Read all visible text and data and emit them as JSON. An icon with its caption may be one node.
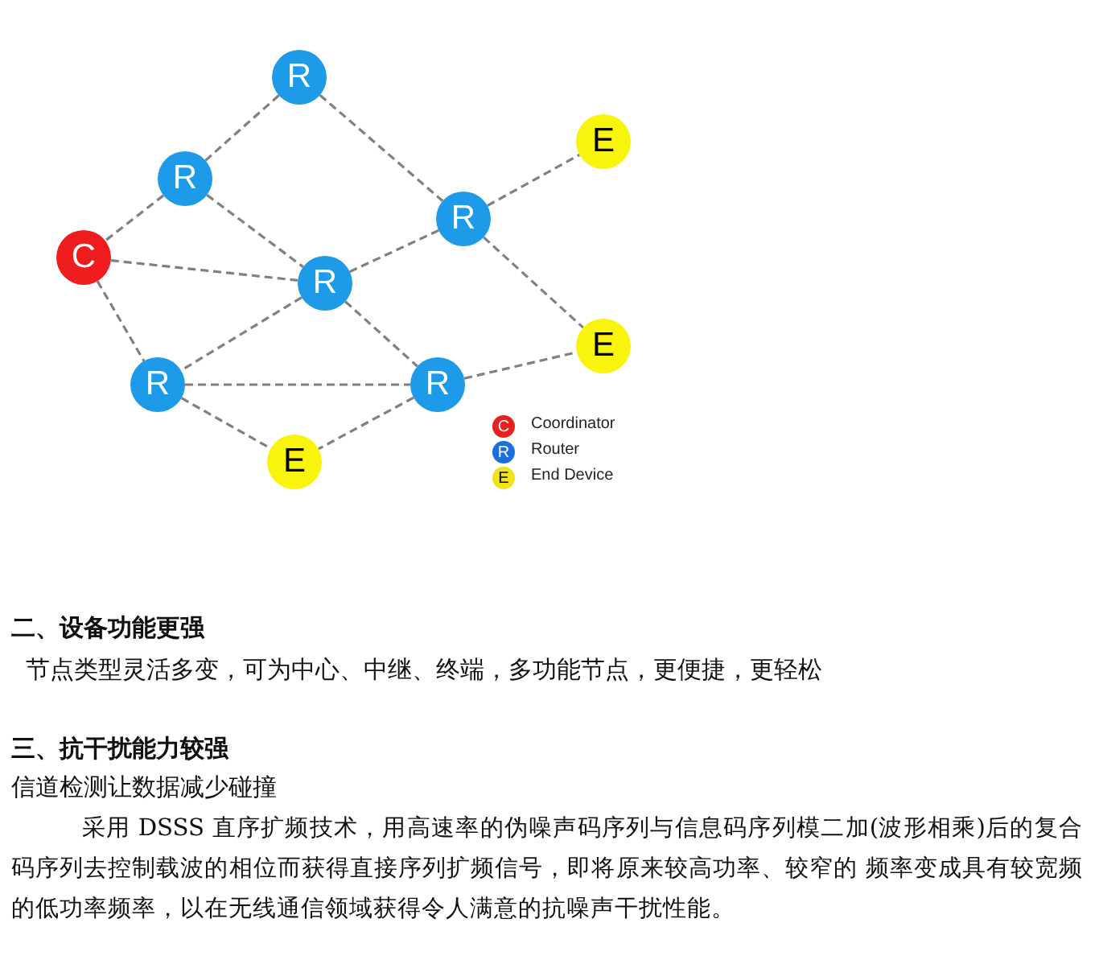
{
  "diagram": {
    "nodes": [
      {
        "text": [
          "R"
        ]
      },
      {
        "text": [
          "E"
        ]
      },
      {
        "text": [
          "R"
        ]
      },
      {
        "text": [
          "R"
        ]
      },
      {
        "text": [
          "C"
        ]
      },
      {
        "text": [
          "R"
        ]
      },
      {
        "text": [
          "E"
        ]
      },
      {
        "text": [
          "R"
        ]
      },
      {
        "text": [
          "R"
        ]
      },
      {
        "text": [
          "E"
        ]
      }
    ],
    "edges": [
      {
        "from": 0,
        "to": 2,
        "arrow": "none"
      },
      {
        "from": 0,
        "to": 3,
        "arrow": "none"
      },
      {
        "from": 2,
        "to": 4,
        "arrow": "none"
      },
      {
        "from": 2,
        "to": 5,
        "arrow": "none"
      },
      {
        "from": 3,
        "to": 1,
        "arrow": "none"
      },
      {
        "from": 3,
        "to": 5,
        "arrow": "none"
      },
      {
        "from": 3,
        "to": 6,
        "arrow": "none"
      },
      {
        "from": 4,
        "to": 5,
        "arrow": "none"
      },
      {
        "from": 4,
        "to": 7,
        "arrow": "none"
      },
      {
        "from": 5,
        "to": 7,
        "arrow": "none"
      },
      {
        "from": 5,
        "to": 8,
        "arrow": "none"
      },
      {
        "from": 7,
        "to": 8,
        "arrow": "none"
      },
      {
        "from": 8,
        "to": 6,
        "arrow": "none"
      },
      {
        "from": 7,
        "to": 9,
        "arrow": "none"
      },
      {
        "from": 8,
        "to": 9,
        "arrow": "none"
      }
    ],
    "labels": [
      "C",
      "R",
      "E",
      "二、设备功能更强",
      "节点类型灵活多变，可为中心、中继、终端，多功能节点，更便捷，更轻松",
      "三、抗干扰能力较强",
      "信道检测让数据减少碰撞",
      "采用 DSSS 直序扩频技术，用高速率的伪噪声码序列与信息码序列模二加(波形相乘)后的复合码序列去控制载波的相位而获得直接序列扩频信号，即将原来较高功率、较窄的 频率变成具有较宽频的低功率频率，以在无线通信领域获得令人满意的抗噪声干扰性能。"
    ],
    "legend": [
      {
        "text": "Coordinator",
        "color": "#e8201e"
      },
      {
        "text": "Router",
        "color": "#1d6fe0"
      },
      {
        "text": "End Device",
        "color": "#f2e21a"
      }
    ]
  }
}
